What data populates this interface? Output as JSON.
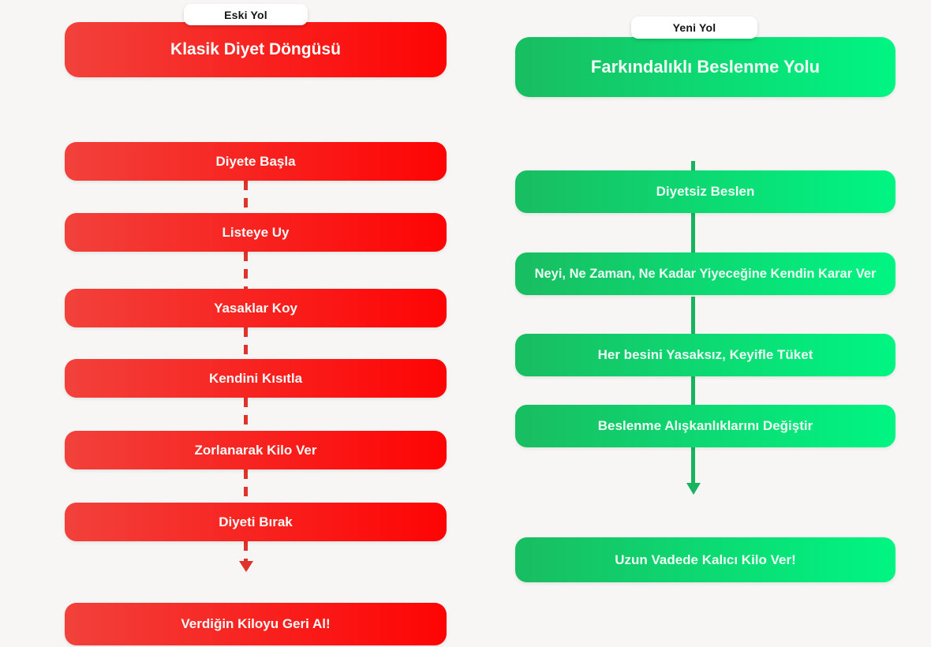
{
  "page": {
    "background": "#F7F6F4"
  },
  "old_path": {
    "tag_label": "Eski Yol",
    "title": "Klasik Diyet Döngüsü",
    "steps": [
      "Diyete Başla",
      "Listeye Uy",
      "Yasaklar Koy",
      "Kendini Kısıtla",
      "Zorlanarak Kilo Ver",
      "Diyeti Bırak"
    ],
    "result": "Verdiğin Kiloyu Geri Al!",
    "connector_style": "dashed",
    "colors": {
      "gradient_start": "#F2413B",
      "gradient_end": "#FE0404",
      "connector": "#DF342B",
      "text": "#FFFFFF"
    }
  },
  "new_path": {
    "tag_label": "Yeni Yol",
    "title": "Farkındalıklı Beslenme Yolu",
    "steps": [
      "Diyetsiz Beslen",
      "Neyi, Ne Zaman, Ne Kadar Yiyeceğine Kendin Karar Ver",
      "Her besini Yasaksız, Keyifle Tüket",
      "Beslenme Alışkanlıklarını Değiştir"
    ],
    "result": "Uzun Vadede Kalıcı Kilo Ver!",
    "connector_style": "solid",
    "colors": {
      "gradient_start": "#19BD61",
      "gradient_end": "#00F583",
      "connector": "#16B45F",
      "text": "#FFFFFF"
    }
  }
}
